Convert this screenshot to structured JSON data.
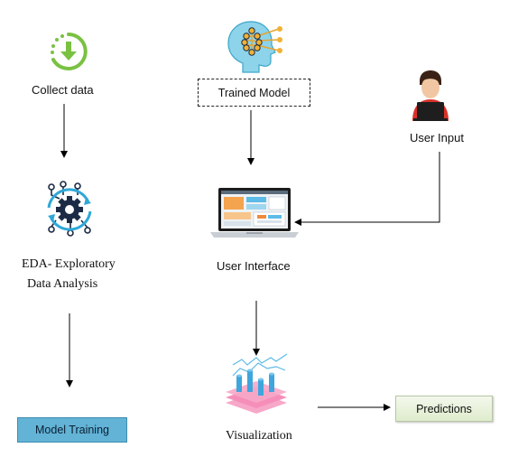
{
  "nodes": {
    "collect": {
      "label": "Collect data",
      "icon": "download-circle-icon"
    },
    "eda": {
      "line1": "EDA- Exploratory",
      "line2": "Data Analysis",
      "icon": "gear-network-icon"
    },
    "training": {
      "label": "Model Training"
    },
    "trained_model": {
      "label": "Trained Model",
      "icon": "ai-head-icon"
    },
    "user_input": {
      "label": "User Input",
      "icon": "user-laptop-icon"
    },
    "ui": {
      "label": "User Interface",
      "icon": "laptop-dashboard-icon"
    },
    "visualization": {
      "label": "Visualization",
      "icon": "data-viz-icon"
    },
    "predictions": {
      "label": "Predictions"
    }
  },
  "colors": {
    "training_fill": "#62b3d6",
    "predictions_fill": "#e6f2d6",
    "arrow": "#000000"
  }
}
